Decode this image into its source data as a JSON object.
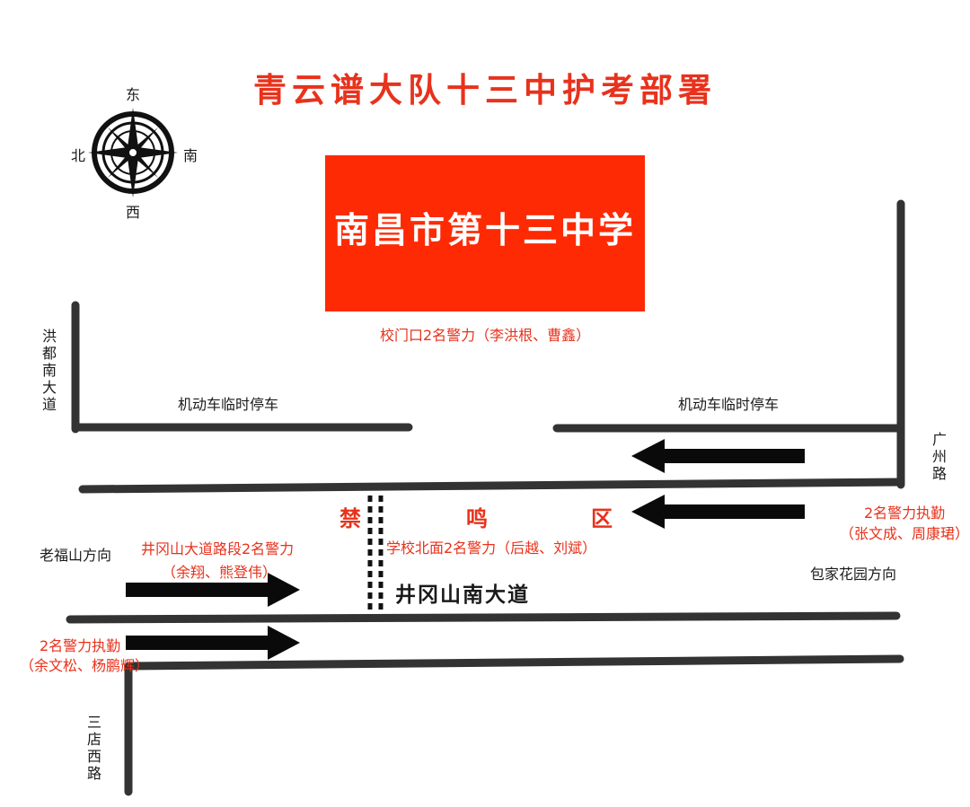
{
  "title": "青云谱大队十三中护考部署",
  "school": {
    "name": "南昌市第十三中学"
  },
  "compass": {
    "east": "东",
    "west": "西",
    "south": "南",
    "north": "北"
  },
  "labels": {
    "gate": "校门口2名警力（李洪根、曹鑫）",
    "parking_left": "机动车临时停车",
    "parking_right": "机动车临时停车",
    "road_hongdu": "洪都南大道",
    "road_guangzhou": "广州路",
    "road_sandian": "三店西路",
    "zone": [
      "禁",
      "鸣",
      "区"
    ],
    "main_road": "井冈山南大道",
    "laofushan": "老福山方向",
    "baojia": "包家花园方向",
    "jgs_section_1": "井冈山大道路段2名警力",
    "jgs_section_2": "（余翔、熊登伟）",
    "north_side": "学校北面2名警力（后越、刘斌）",
    "right_police_1": "2名警力执勤",
    "right_police_2": "（张文成、周康珺）",
    "left_police_1": "2名警力执勤",
    "left_police_2": "（余文松、杨鹏辉）"
  },
  "colors": {
    "title": "#e8321c",
    "school_fill": "#fe2a04",
    "road": "#333333",
    "arrow": "#0a0a0a"
  },
  "icons": [
    "compass-rose-icon",
    "arrow-left-icon",
    "arrow-right-icon"
  ]
}
